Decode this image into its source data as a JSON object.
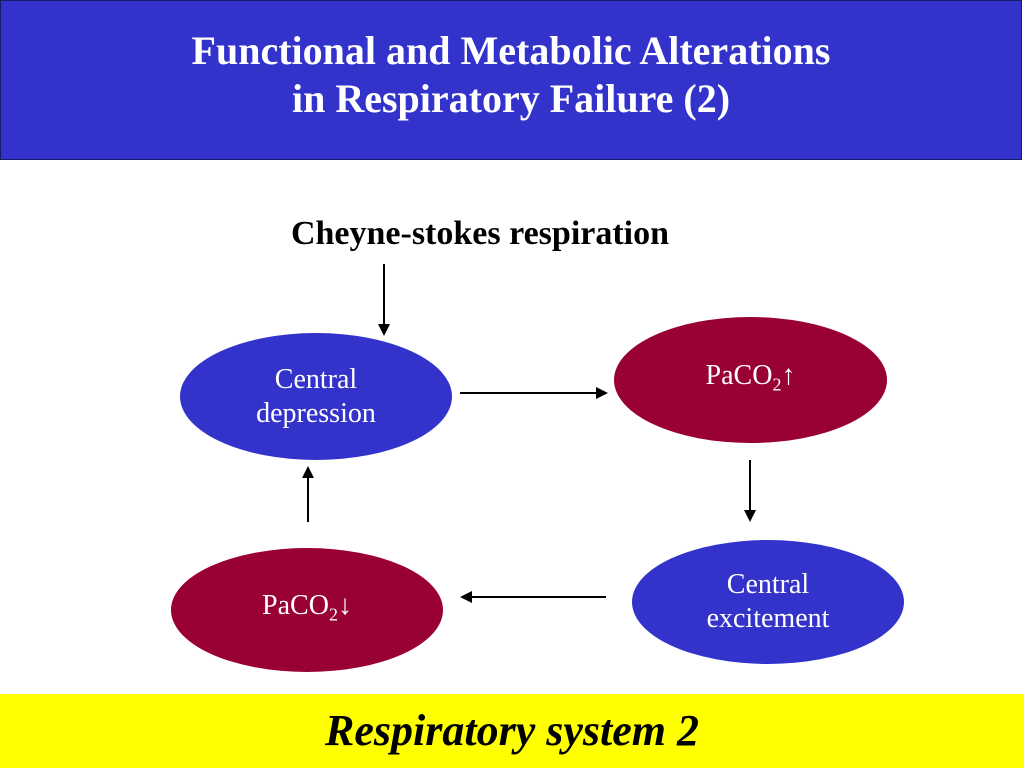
{
  "title": {
    "line1": "Functional  and  Metabolic  Alterations",
    "line2": "in Respiratory Failure (2)"
  },
  "subtitle": "Cheyne-stokes respiration",
  "nodes": {
    "central_depression": "Central\ndepression",
    "paco2_up_base": "PaCO",
    "paco2_up_sub": "2",
    "paco2_up_arrow": "↑",
    "central_excitement": "Central\nexcitement",
    "paco2_down_base": "PaCO",
    "paco2_down_sub": "2",
    "paco2_down_arrow": "↓"
  },
  "footer": "Respiratory system  2",
  "colors": {
    "header_bg": "#3333cc",
    "blue_node": "#3333cc",
    "red_node": "#990033",
    "footer_bg": "#ffff00"
  }
}
